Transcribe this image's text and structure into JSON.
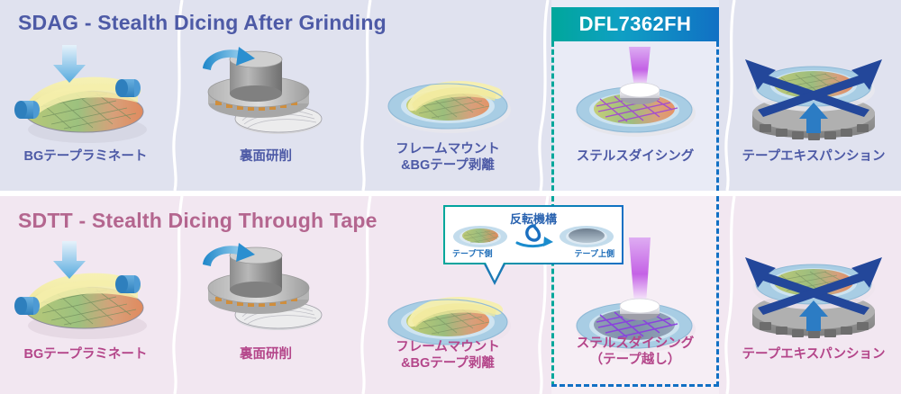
{
  "colors": {
    "sdag_bg": "#e0e2ef",
    "sdtt_bg": "#f2e7f1",
    "sdag_title": "#4d5aa6",
    "sdtt_title": "#b4668f",
    "sdag_label": "#4d5aa6",
    "sdtt_label": "#b4468a",
    "badge_gradient_start": "#00a79b",
    "badge_gradient_end": "#1170c4",
    "dash_left": "#00a79b",
    "dash_right": "#1170c4",
    "callout_title": "#2a63b0",
    "callout_sub": "#1c6cb8",
    "laser_purple": "#c24be0",
    "tape_yellow": "#f2eda0",
    "wafer_blue": "#9cc4e0",
    "roller_blue": "#3e8fd0",
    "arrow_navy": "#23479a",
    "grinder_gray": "#9a9a9a"
  },
  "rows": [
    {
      "id": "sdag",
      "title": "SDAG - Stealth Dicing After Grinding",
      "highlight_step_index": 3,
      "steps": [
        {
          "art": "bg-tape-laminate",
          "label": "BGテープラミネート"
        },
        {
          "art": "back-grinding",
          "label": "裏面研削"
        },
        {
          "art": "frame-mount",
          "label": "フレームマウント\n&BGテープ剥離"
        },
        {
          "art": "stealth-dicing",
          "label": "ステルスダイシング"
        },
        {
          "art": "tape-expansion",
          "label": "テープエキスパンション"
        }
      ]
    },
    {
      "id": "sdtt",
      "title": "SDTT - Stealth Dicing Through Tape",
      "highlight_step_index": 3,
      "steps": [
        {
          "art": "bg-tape-laminate",
          "label": "BGテープラミネート"
        },
        {
          "art": "back-grinding",
          "label": "裏面研削"
        },
        {
          "art": "frame-mount",
          "label": "フレームマウント\n&BGテープ剥離"
        },
        {
          "art": "stealth-dicing-through",
          "label": "ステルスダイシング\n（テープ越し）"
        },
        {
          "art": "tape-expansion",
          "label": "テープエキスパンション"
        }
      ]
    }
  ],
  "badge": {
    "label": "DFL7362FH"
  },
  "callout": {
    "title": "反転機構",
    "left_label": "テープ下側",
    "right_label": "テープ上側",
    "rotate_icon": "rotation-arrow-icon"
  },
  "icons": {
    "down_arrow": "down-arrow-icon",
    "rotate_arrow": "rotate-arrow-icon",
    "expand_arrows": "expand-arrows-icon",
    "up_arrow": "up-arrow-icon",
    "laser_beam": "laser-beam-icon"
  }
}
